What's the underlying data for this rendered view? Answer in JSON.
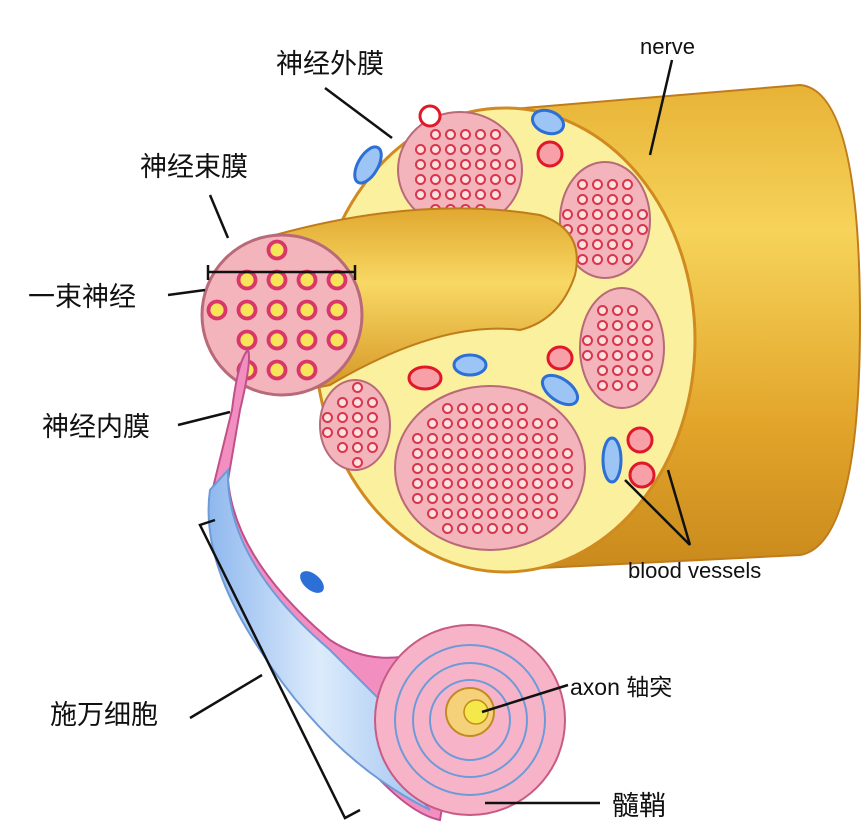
{
  "labels": {
    "epineurium": "神经外膜",
    "nerve": "nerve",
    "perineurium": "神经束膜",
    "fascicle": "一束神经",
    "endoneurium": "神经内膜",
    "blood_vessels": "blood vessels",
    "schwann_cell": "施万细胞",
    "axon": "axon 轴突",
    "myelin_sheath": "髓鞘"
  },
  "colors": {
    "nerve_yellow": "#f2c94c",
    "cross_section": "#faf09e",
    "fascicle_pink": "#f4b4bc",
    "artery_red": "#e0182a",
    "vein_blue": "#2c6fd6",
    "schwann_blue": "#bcd6f4",
    "myelin_pink": "#f5a9c0"
  }
}
